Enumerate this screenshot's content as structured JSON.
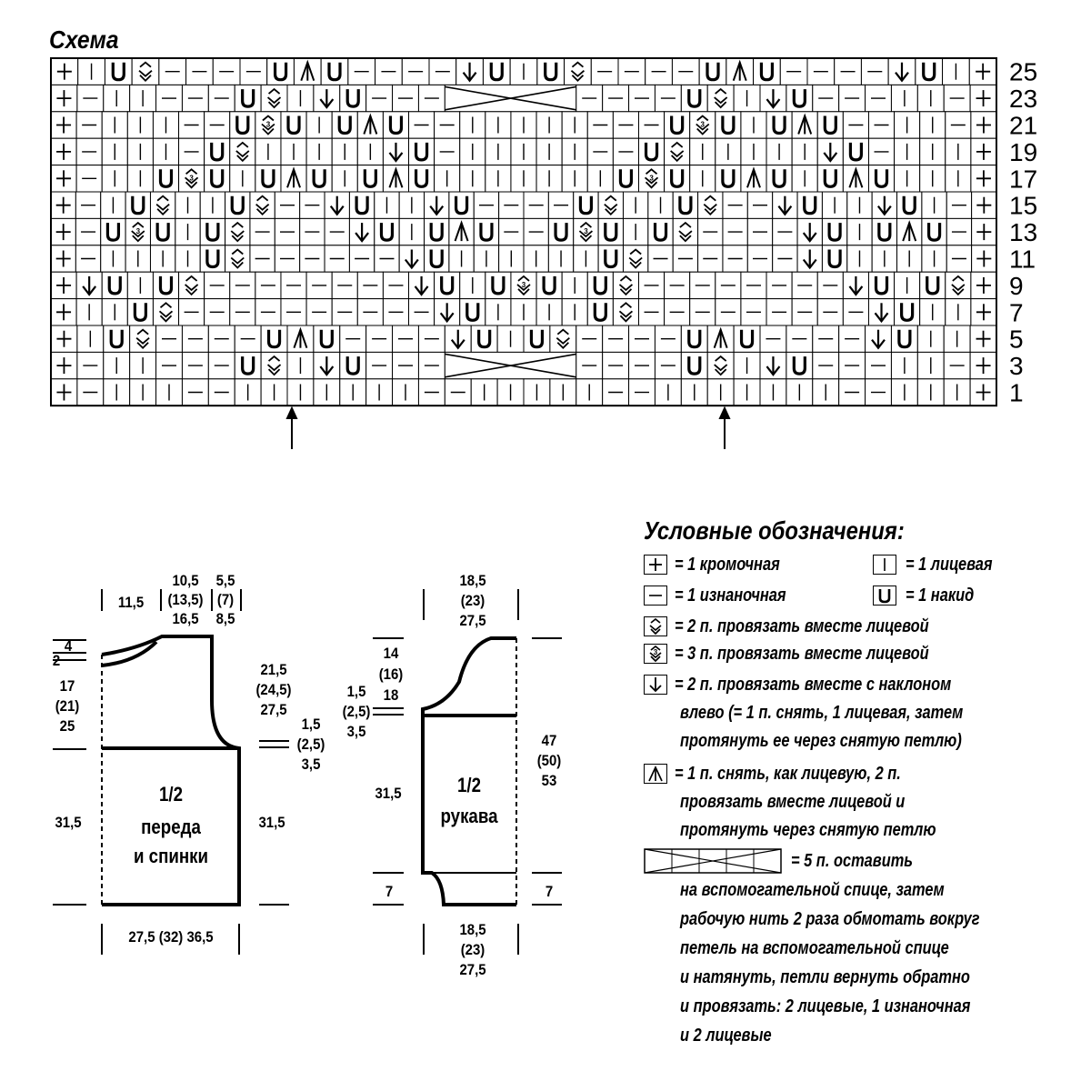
{
  "chart_title": "Схема",
  "row_numbers": [
    "25",
    "23",
    "21",
    "19",
    "17",
    "15",
    "13",
    "11",
    "9",
    "7",
    "5",
    "3",
    "1"
  ],
  "pattern_rows": [
    "+ | U 2 - - - - U A U - - - - V U | U 2 - - - - U A U - - - - V U | +",
    "+ - | | - - - U 2 | V U - - - X X X X X - - - - U 2 | V U - - - | | - +",
    "+ - | | | - - U 3 U | U A U - - | | | | | - - - U 3 U | U A U - - | | - +",
    "+ - | | | - U 2 | | | | | V U - | | | | | - - U 2 | | | | | V U - | | | +",
    "+ - | | U 3 U | U A U | U A U | | | | | | | U 3 U | U A U | U A U | | | +",
    "+ - | U 2 | | U 2 - - V U | | V U - - - - U 2 | | U 2 - - V U | | V U | - +",
    "+ - U 3 U | U 2 - - - - V U | U A U - - U 3 U | U 2 - - - - V U | U A U - +",
    "+ - | | | | U 2 - - - - - - V U | | | | | | U 2 - - - - - - V U | | | | - +",
    "+ V U | U 2 - - - - - - - - V U | U 3 U | U 2 - - - - - - - - V U | U 2 +",
    "+ | | U 2 - - - - - - - - - - V U | | | | U 2 - - - - - - - - - V U | | +",
    "+ | U 2 - - - - U A U - - - - V U | U 2 - - - - U A U - - - - V U | | +",
    "+ - | | - - - U 2 | V U - - - X X X X X - - - - U 2 | V U - - - | | - +",
    "+ - | | | - - | | | | | | | - - | | | | | - - | | | | | | | - - | | | +"
  ],
  "legend": {
    "title": "Условные обозначения:",
    "edge": "= 1 кромочная",
    "knit": "= 1 лицевая",
    "purl": "= 1 изнаночная",
    "yarn_over": "= 1 накид",
    "k2tog": "= 2 п. провязать вместе лицевой",
    "k3tog": "= 3 п. провязать вместе лицевой",
    "ssk_lines": [
      "= 2 п. провязать вместе с наклоном",
      "влево (= 1 п. снять, 1 лицевая, затем",
      "протянуть ее через снятую петлю)"
    ],
    "sk2p_lines": [
      "= 1 п. снять, как лицевую, 2 п.",
      "провязать вместе лицевой и",
      "протянуть через снятую петлю"
    ],
    "cable_lines": [
      "= 5 п. оставить",
      "на вспомогательной спице, затем",
      "рабочую нить 2 раза обмотать вокруг",
      "петель на вспомогательной спице",
      "и натянуть, петли вернуть обратно",
      "и провязать: 2 лицевые, 1 изнаночная",
      "и 2 лицевые"
    ]
  },
  "body_piece": {
    "label_lines": [
      "1/2",
      "переда",
      "и спинки"
    ],
    "top_left": "11,5",
    "neck_lines": [
      "10,5",
      "(13,5)",
      "16,5"
    ],
    "shoulder_lines": [
      "5,5",
      "(7)",
      "8,5"
    ],
    "left_4": "4",
    "left_2": "2",
    "left_armhole_lines": [
      "17",
      "(21)",
      "25"
    ],
    "right_armhole_lines": [
      "21,5",
      "(24,5)",
      "27,5"
    ],
    "right_step_lines": [
      "1,5",
      "(2,5)",
      "3,5"
    ],
    "left_height": "31,5",
    "right_height": "31,5",
    "width": "27,5 (32) 36,5"
  },
  "sleeve_piece": {
    "label_lines": [
      "1/2",
      "рукава"
    ],
    "top_lines": [
      "18,5",
      "(23)",
      "27,5"
    ],
    "cap_lines": [
      "14",
      "(16)",
      "18"
    ],
    "step_lines": [
      "1,5",
      "(2,5)",
      "3,5"
    ],
    "right_lines": [
      "47",
      "(50)",
      "53"
    ],
    "left_height": "31,5",
    "cuff_left": "7",
    "cuff_right": "7",
    "bottom_lines": [
      "18,5",
      "(23)",
      "27,5"
    ]
  }
}
